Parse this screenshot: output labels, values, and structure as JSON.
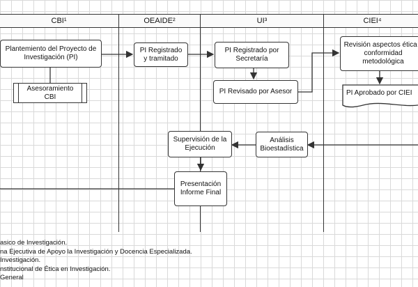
{
  "lanes": [
    {
      "key": "cbi",
      "label": "CBI¹"
    },
    {
      "key": "oeaide",
      "label": "OEAIDE²"
    },
    {
      "key": "ui",
      "label": "UI³"
    },
    {
      "key": "ciei",
      "label": "CIEI⁴"
    }
  ],
  "nodes": {
    "planteamiento": "Plantemiento del Proyecto de Investigación (PI)",
    "asesoramiento": "Asesoramiento CBI",
    "pi_registrado_tramitado": "PI Registrado y tramitado",
    "pi_registrado_secretaria": "PI Registrado por Secretaría",
    "pi_revisado_asesor": "PI Revisado por Asesor",
    "revision_aspectos": "Revisión aspectos ética y conformidad metodológica",
    "pi_aprobado": "PI Aprobado por CIEI",
    "supervision": "Supervisión de la Ejecución",
    "analisis": "Análisis Bioestadística",
    "presentacion": "Presentación Informe Final"
  },
  "footnotes": [
    "asico de Investigación.",
    "na Ejecutiva de Apoyo la Investigación y Docencia Especializada.",
    "Investigación.",
    "nstitucional de Ética en Investigación.",
    "General"
  ]
}
